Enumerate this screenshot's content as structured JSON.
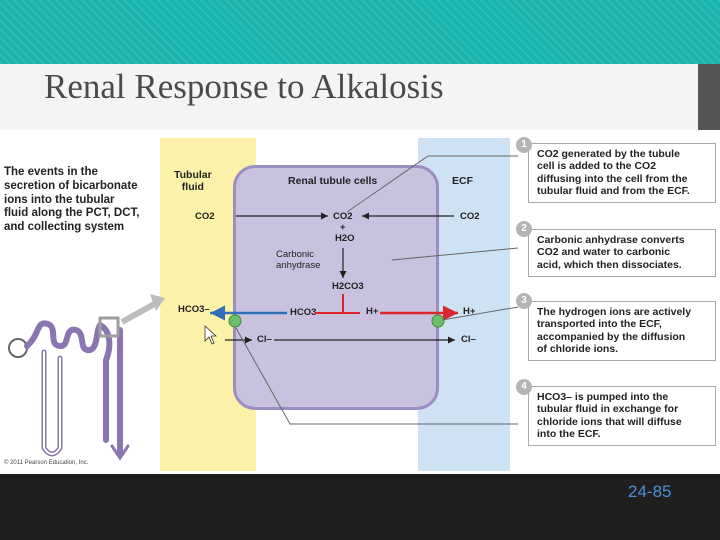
{
  "slide": {
    "title": "Renal Response to Alkalosis",
    "page_number": "24-85",
    "copyright": "© 2011 Pearson Education, Inc."
  },
  "figure": {
    "intro_lines": [
      "The events in the",
      "secretion of bicarbonate",
      "ions into the tubular",
      "fluid along the PCT, DCT,",
      "and collecting system"
    ],
    "regions": {
      "tubular_fluid": [
        "Tubular",
        "fluid"
      ],
      "cells": "Renal tubule cells",
      "ecf": "ECF"
    },
    "molecules": {
      "co2_left": "CO2",
      "co2_center": "CO2",
      "co2_right": "CO2",
      "plus": "+",
      "h2o": "H2O",
      "enzyme": [
        "Carbonic",
        "anhydrase"
      ],
      "h2co3": "H2CO3",
      "hco3_lumen": "HCO3–",
      "hco3_cell": "HCO3–",
      "h_cell": "H+",
      "h_ecf": "H+",
      "cl_lumen": "Cl–",
      "cl_ecf": "Cl–"
    },
    "colors": {
      "tubular_fluid": "#fbf1a8",
      "cell": "#c9c2de",
      "ecf": "#cfe2f3",
      "hco3_arrow": "#2f6fb8",
      "h_arrow": "#d9262b",
      "transporter": "#6cbf6b"
    },
    "steps": [
      {
        "number": "1",
        "lines": [
          "CO2 generated by the tubule",
          "cell is added to the CO2",
          "diffusing into the cell from the",
          "tubular fluid and from the ECF."
        ]
      },
      {
        "number": "2",
        "lines": [
          "Carbonic anhydrase converts",
          "CO2 and water to carbonic",
          "acid, which then dissociates."
        ]
      },
      {
        "number": "3",
        "lines": [
          "The hydrogen ions are actively",
          "transported into the ECF,",
          "accompanied by the diffusion",
          "of chloride ions."
        ]
      },
      {
        "number": "4",
        "lines": [
          "HCO3– is pumped into the",
          "tubular fluid in exchange for",
          "chloride ions that will diffuse",
          "into the ECF."
        ]
      }
    ]
  }
}
